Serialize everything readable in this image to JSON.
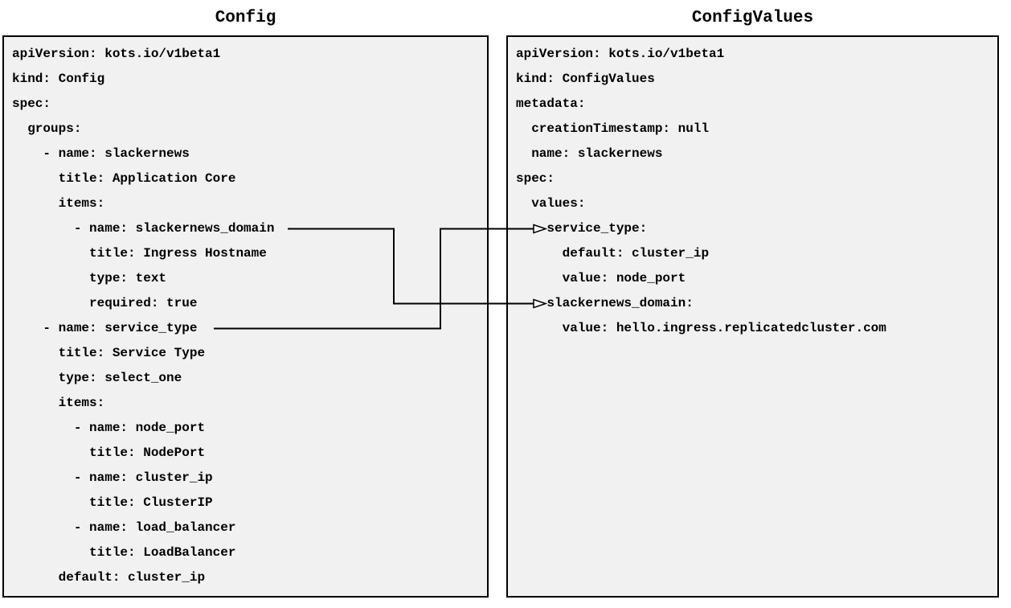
{
  "colors": {
    "page_background": "#ffffff",
    "panel_background": "#f1f1f2",
    "panel_border": "#000000",
    "text": "#000000",
    "arrow": "#000000"
  },
  "panels": [
    {
      "id": "config",
      "title": "Config",
      "lines": [
        "apiVersion: kots.io/v1beta1",
        "kind: Config",
        "spec:",
        "  groups:",
        "    - name: slackernews",
        "      title: Application Core",
        "      items:",
        "        - name: slackernews_domain",
        "          title: Ingress Hostname",
        "          type: text",
        "          required: true",
        "    - name: service_type",
        "      title: Service Type",
        "      type: select_one",
        "      items:",
        "        - name: node_port",
        "          title: NodePort",
        "        - name: cluster_ip",
        "          title: ClusterIP",
        "        - name: load_balancer",
        "          title: LoadBalancer",
        "      default: cluster_ip"
      ]
    },
    {
      "id": "configvalues",
      "title": "ConfigValues",
      "lines": [
        "apiVersion: kots.io/v1beta1",
        "kind: ConfigValues",
        "metadata:",
        "  creationTimestamp: null",
        "  name: slackernews",
        "spec:",
        "  values:",
        "    service_type:",
        "      default: cluster_ip",
        "      value: node_port",
        "    slackernews_domain:",
        "      value: hello.ingress.replicatedcluster.com"
      ]
    }
  ],
  "connections": [
    {
      "from_panel": "Config",
      "from_item": "- name: slackernews_domain",
      "to_panel": "ConfigValues",
      "to_item": "slackernews_domain:"
    },
    {
      "from_panel": "Config",
      "from_item": "- name: service_type",
      "to_panel": "ConfigValues",
      "to_item": "service_type:"
    }
  ]
}
